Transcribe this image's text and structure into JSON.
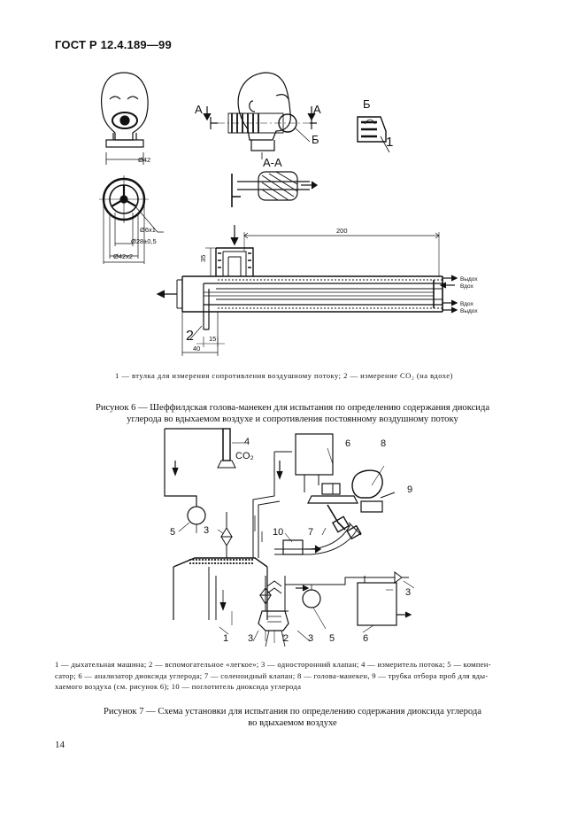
{
  "header": {
    "standard": "ГОСТ Р 12.4.189—99"
  },
  "figure6": {
    "labels": {
      "section_a_left": "А",
      "section_a_right": "А",
      "callout_b": "Б",
      "detail_b": "Б",
      "detail_b_num": "1",
      "section_aa": "А-А",
      "d42": "Ø42",
      "d6x1": "Ø6х1",
      "d28": "Ø28±0,5",
      "d42x2": "Ø42х2",
      "dim200": "200",
      "dim35": "35",
      "dim15": "15",
      "dim40": "40",
      "num2": "2",
      "vydoh1": "Выдох",
      "vdoh1": "Вдох",
      "vdoh2": "Вдох",
      "vydoh2": "Выдох"
    },
    "legend": "1 — втулка для измерения сопротивления воздушному потоку; 2 — измерение CO₂ (на вдохе)",
    "caption_line1": "Рисунок 6 — Шеффилдская голова-манекен для испытания по определению содержания диоксида",
    "caption_line2": "углерода во вдыхаемом воздухе и сопротивления постоянному воздушному потоку"
  },
  "figure7": {
    "labels": {
      "n1": "1",
      "n2": "2",
      "n3a": "3",
      "n3b": "3",
      "n3c": "3",
      "n3d": "3",
      "n4": "4",
      "co2": "CO₂",
      "n5a": "5",
      "n5b": "5",
      "n6a": "6",
      "n6b": "6",
      "n7": "7",
      "n8": "8",
      "n9": "9",
      "n10": "10"
    },
    "legend_line1": "1 — дыхательная машина; 2 — вспомогательное «легкое»; 3 — односторонний клапан; 4 — измеритель потока; 5 — компен-",
    "legend_line2": "сатор; 6 — анализатор диоксида углерода; 7 — соленоидный клапан; 8 — голова-манекен, 9 — трубка отбора проб для вды-",
    "legend_line3": "хаемого воздуха (см. рисунок 6); 10 — поглотитель диоксида углерода",
    "caption_line1": "Рисунок 7 — Схема установки для испытания по определению содержания диоксида углерода",
    "caption_line2": "во вдыхаемом воздухе"
  },
  "footer": {
    "page_number": "14"
  }
}
